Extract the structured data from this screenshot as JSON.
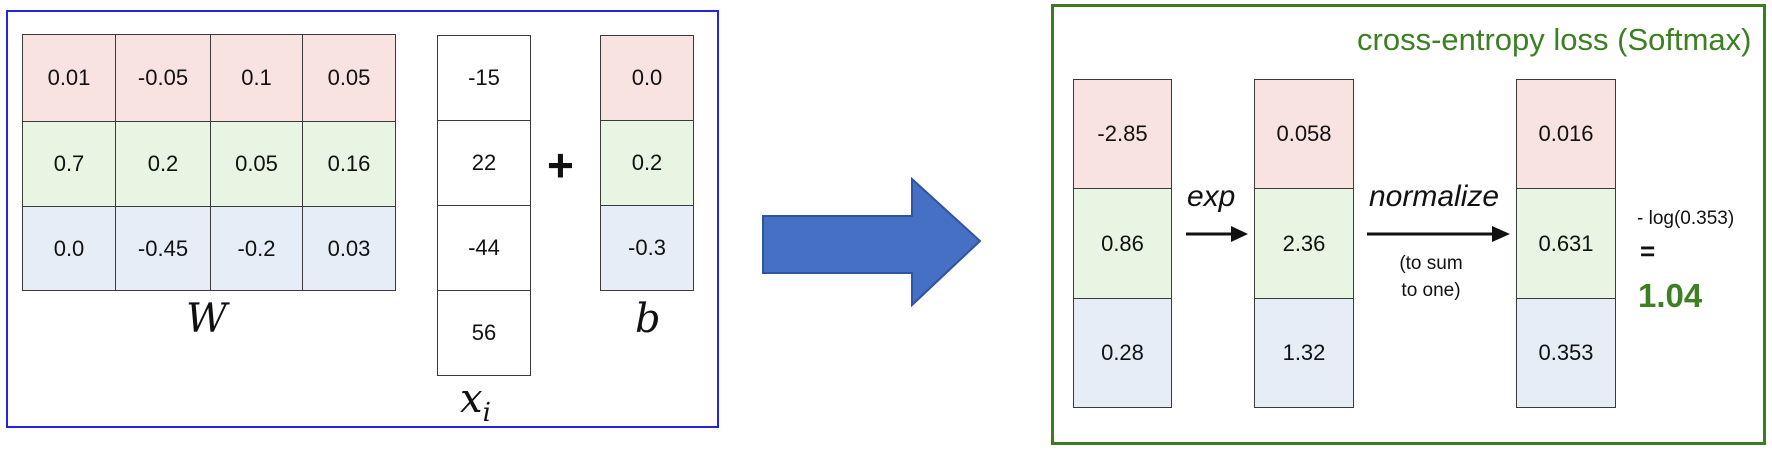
{
  "colors": {
    "row_red": "#f8e3e1",
    "row_green": "#e7f5e2",
    "row_blue": "#e6edf7",
    "left_border": "#2323e6",
    "right_border": "#3a7d21",
    "arrow": "#4570c4",
    "accent_green": "#3d7f23"
  },
  "left_panel": {
    "W": {
      "label": "W",
      "rows": [
        [
          "0.01",
          "-0.05",
          "0.1",
          "0.05"
        ],
        [
          "0.7",
          "0.2",
          "0.05",
          "0.16"
        ],
        [
          "0.0",
          "-0.45",
          "-0.2",
          "0.03"
        ]
      ]
    },
    "x": {
      "label_base": "x",
      "label_sub": "i",
      "values": [
        "-15",
        "22",
        "-44",
        "56"
      ]
    },
    "plus": "+",
    "b": {
      "label": "b",
      "values": [
        "0.0",
        "0.2",
        "-0.3"
      ]
    }
  },
  "right_panel": {
    "title": "cross-entropy loss (Softmax)",
    "scores": [
      "-2.85",
      "0.86",
      "0.28"
    ],
    "exp_label": "exp",
    "exp_values": [
      "0.058",
      "2.36",
      "1.32"
    ],
    "normalize_label": "normalize",
    "normalize_note_line1": "(to sum",
    "normalize_note_line2": "to one)",
    "probs": [
      "0.016",
      "0.631",
      "0.353"
    ],
    "loss_expr": "- log(0.353)",
    "equals": "=",
    "loss_value": "1.04"
  }
}
